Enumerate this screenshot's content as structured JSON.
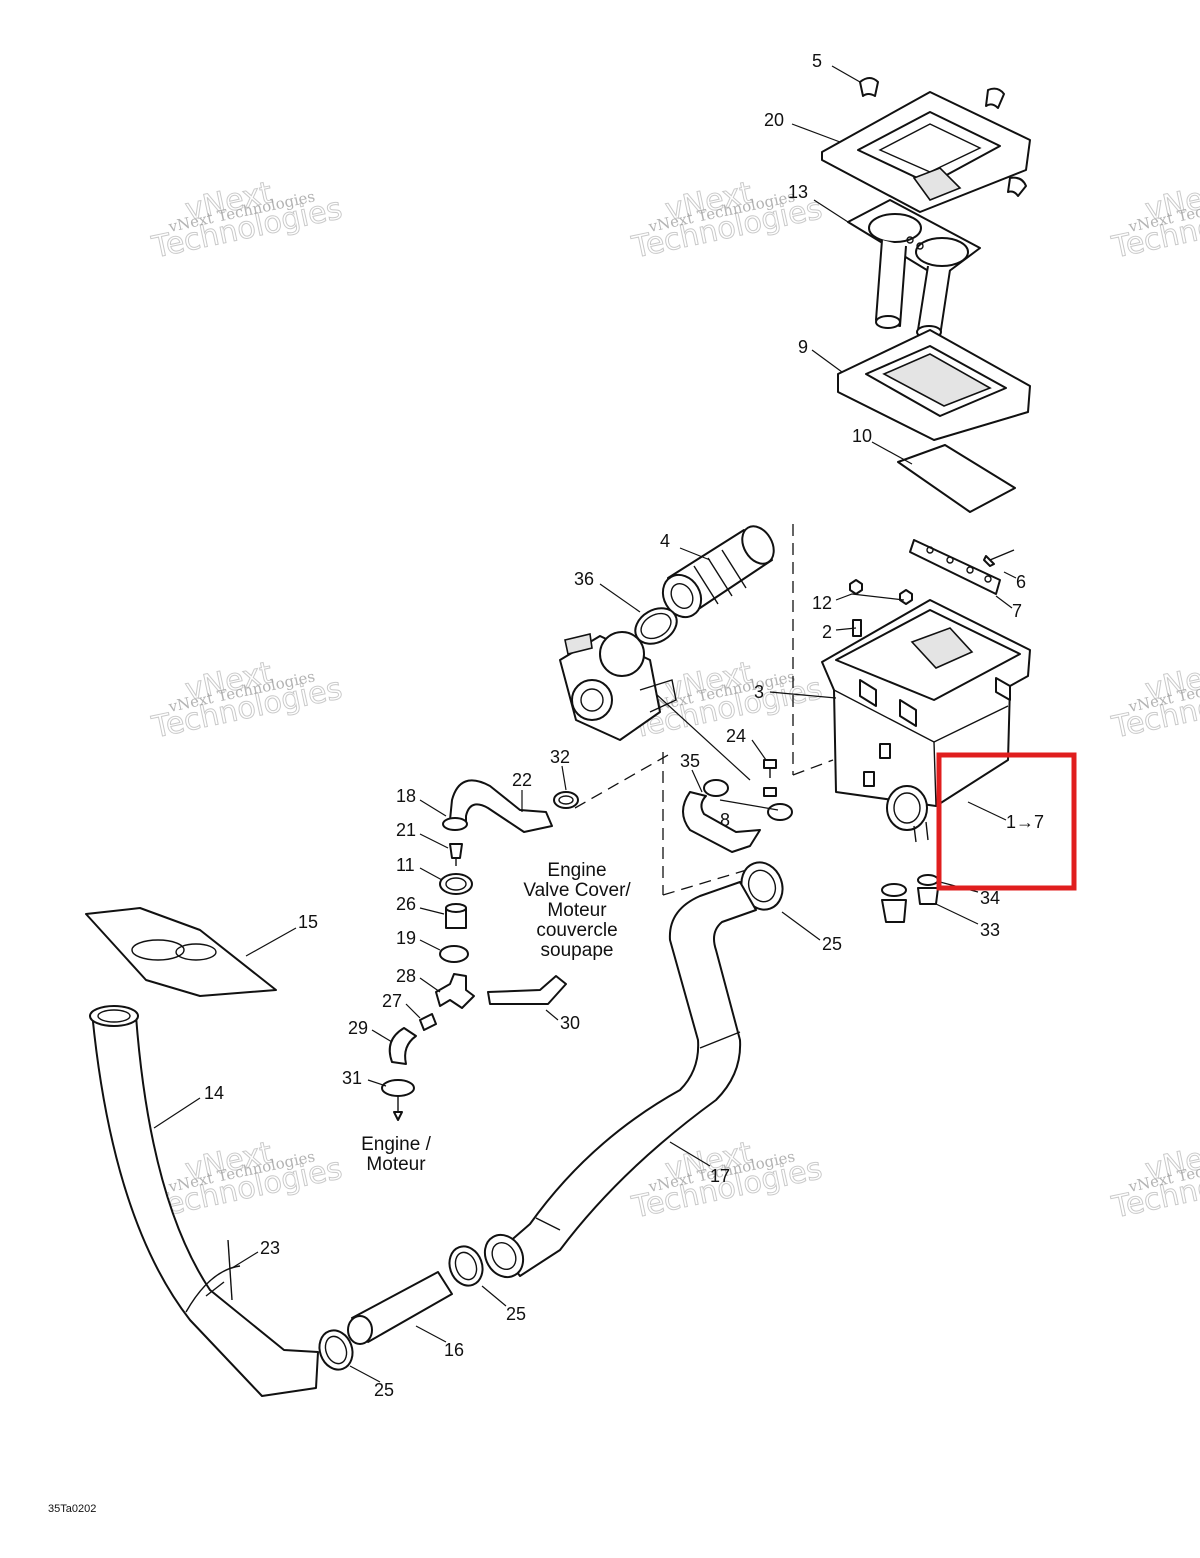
{
  "diagram": {
    "callouts": [
      {
        "id": "c5",
        "text": "5"
      },
      {
        "id": "c20",
        "text": "20"
      },
      {
        "id": "c13",
        "text": "13"
      },
      {
        "id": "c9",
        "text": "9"
      },
      {
        "id": "c10",
        "text": "10"
      },
      {
        "id": "c4",
        "text": "4"
      },
      {
        "id": "c36",
        "text": "36"
      },
      {
        "id": "c6",
        "text": "6"
      },
      {
        "id": "c7",
        "text": "7"
      },
      {
        "id": "c12",
        "text": "12"
      },
      {
        "id": "c2",
        "text": "2"
      },
      {
        "id": "c3",
        "text": "3"
      },
      {
        "id": "c24",
        "text": "24"
      },
      {
        "id": "c32",
        "text": "32"
      },
      {
        "id": "c22",
        "text": "22"
      },
      {
        "id": "c35",
        "text": "35"
      },
      {
        "id": "c8",
        "text": "8"
      },
      {
        "id": "c1to7",
        "text": "1→7"
      },
      {
        "id": "c18",
        "text": "18"
      },
      {
        "id": "c21",
        "text": "21"
      },
      {
        "id": "c11",
        "text": "11"
      },
      {
        "id": "c26",
        "text": "26"
      },
      {
        "id": "c19",
        "text": "19"
      },
      {
        "id": "c28",
        "text": "28"
      },
      {
        "id": "c27",
        "text": "27"
      },
      {
        "id": "c29",
        "text": "29"
      },
      {
        "id": "c30",
        "text": "30"
      },
      {
        "id": "c31",
        "text": "31"
      },
      {
        "id": "c15",
        "text": "15"
      },
      {
        "id": "c14",
        "text": "14"
      },
      {
        "id": "c34",
        "text": "34"
      },
      {
        "id": "c33",
        "text": "33"
      },
      {
        "id": "c25a",
        "text": "25"
      },
      {
        "id": "c17",
        "text": "17"
      },
      {
        "id": "c23",
        "text": "23"
      },
      {
        "id": "c25b",
        "text": "25"
      },
      {
        "id": "c16",
        "text": "16"
      },
      {
        "id": "c25c",
        "text": "25"
      }
    ],
    "note_valve_cover": [
      "Engine",
      "Valve Cover/",
      "Moteur",
      "couvercle",
      "soupape"
    ],
    "note_engine": [
      "Engine /",
      "Moteur"
    ],
    "figure_code": "35Ta0202",
    "watermark": {
      "line1": "vNext Technologies",
      "line2": "Technologies",
      "brand": "vNext"
    },
    "highlight_color": "#e01e1e"
  }
}
